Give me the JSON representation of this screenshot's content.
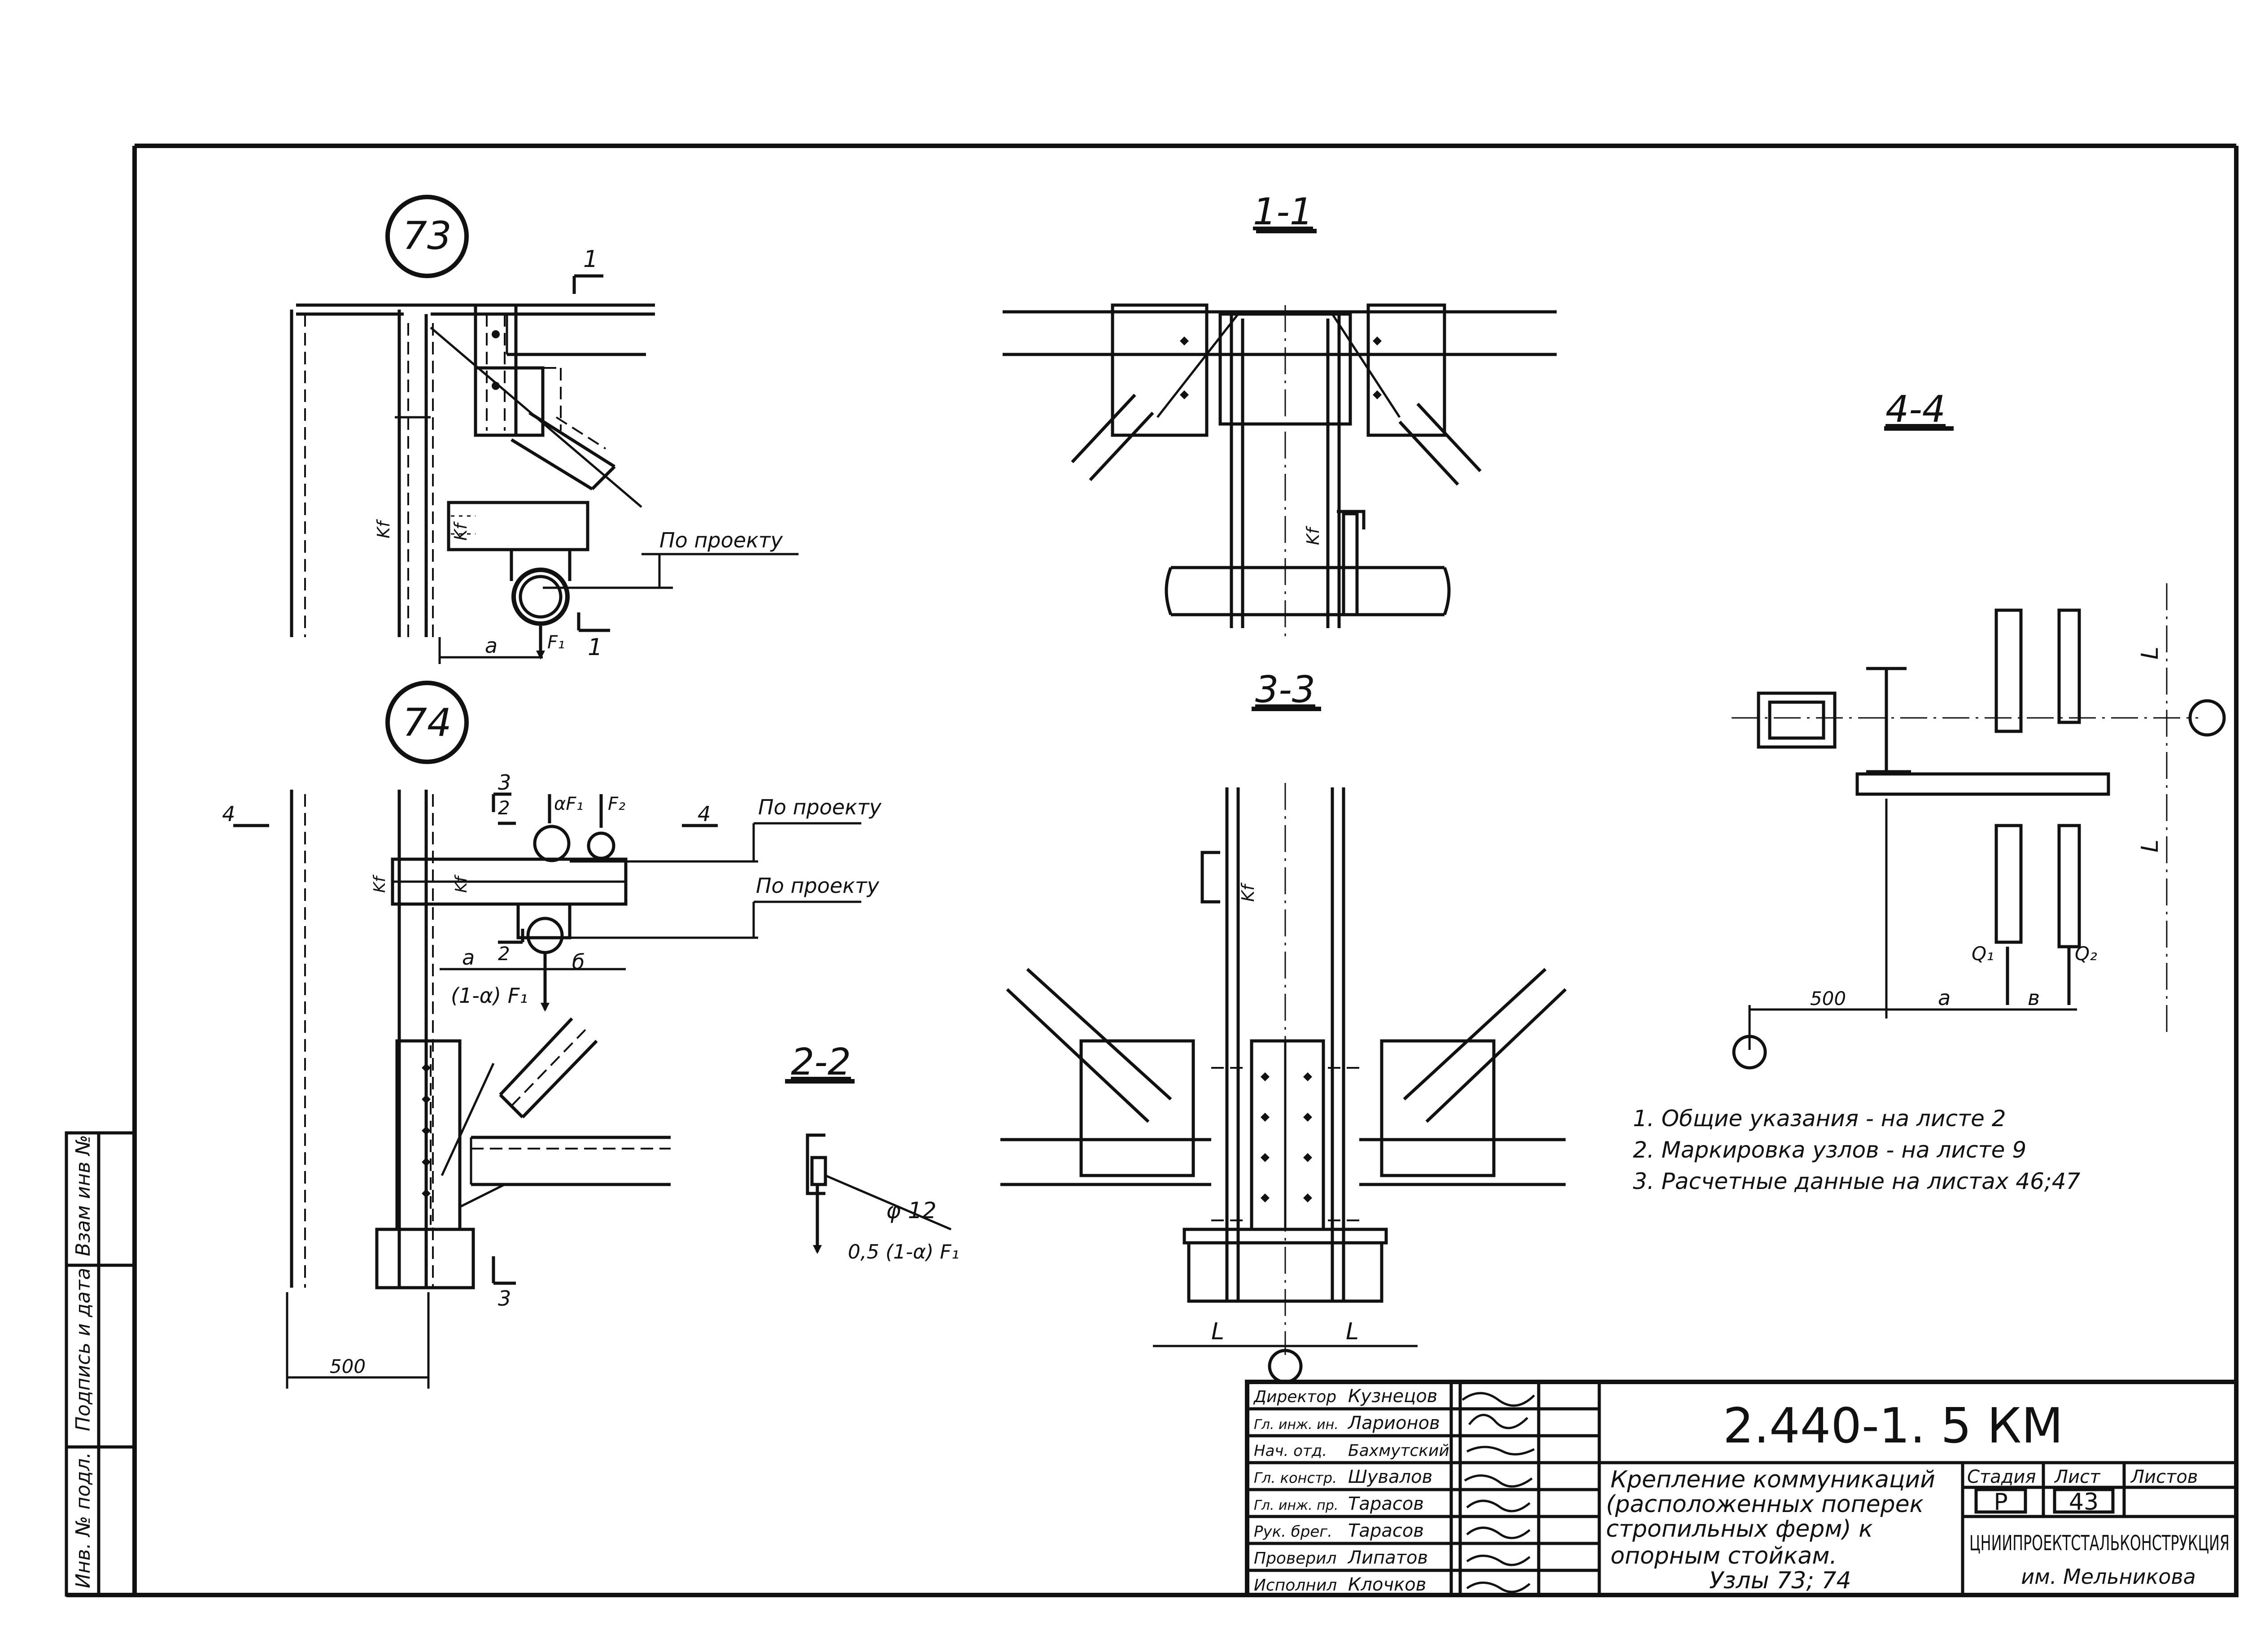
{
  "nodes": {
    "n73": "73",
    "n74": "74"
  },
  "sections": {
    "s11": "1-1",
    "s22": "2-2",
    "s33": "3-3",
    "s44": "4-4"
  },
  "marks": {
    "one": "1",
    "two": "2",
    "three": "3",
    "four": "4",
    "per_project": "По проекту",
    "a": "a",
    "b_small": "б",
    "b": "в",
    "f1": "F₁",
    "f2": "F₂",
    "alpha_f1": "αF₁",
    "one_minus_alpha_f1": "(1-α) F₁",
    "half_one_minus_alpha_f1": "0,5 (1-α) F₁",
    "phi12": "φ 12",
    "kf": "Kf",
    "q1": "Q₁",
    "q2": "Q₂",
    "L": "L",
    "dim500": "500"
  },
  "notes": [
    "1. Общие указания - на листе 2",
    "2. Маркировка узлов - на листе 9",
    "3. Расчетные данные на листах 46;47"
  ],
  "side_stamp": [
    "Инв. № подл.",
    "Подпись и дата",
    "Взам инв №"
  ],
  "title_block": {
    "code": "2.440-1. 5 КМ",
    "roles": [
      "Директор",
      "Гл. инж. ин.",
      "Нач. отд.",
      "Гл. констр.",
      "Гл. инж. пр.",
      "Рук. брег.",
      "Проверил",
      "Исполнил"
    ],
    "names": [
      "Кузнецов",
      "Ларионов",
      "Бахмутский",
      "Шувалов",
      "Тарасов",
      "Тарасов",
      "Липатов",
      "Клочков"
    ],
    "description": [
      "Крепление коммуникаций",
      "(расположенных поперек",
      "стропильных ферм) к",
      "опорным стойкам.",
      "Узлы 73; 74"
    ],
    "stage_label": "Стадия",
    "sheet_label": "Лист",
    "sheets_label": "Листов",
    "stage": "Р",
    "sheet": "43",
    "org": "ЦНИИПРОЕКТСТАЛЬКОНСТРУКЦИЯ",
    "org2": "им. Мельникова"
  }
}
